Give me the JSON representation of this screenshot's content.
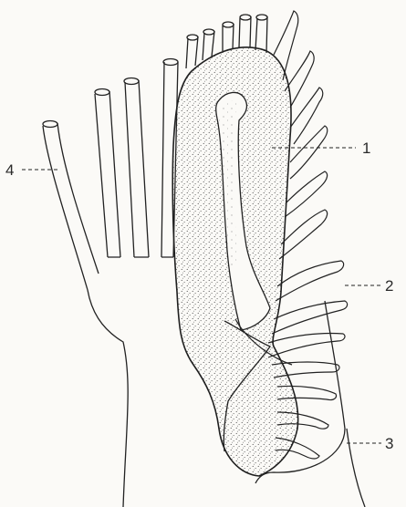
{
  "figure": {
    "labels": [
      {
        "id": "label-1",
        "text": "1"
      },
      {
        "id": "label-2",
        "text": "2"
      },
      {
        "id": "label-3",
        "text": "3"
      },
      {
        "id": "label-4",
        "text": "4"
      }
    ],
    "colors": {
      "ink": "#222222",
      "paper": "#fbfaf7",
      "stipple": "#333333"
    }
  }
}
